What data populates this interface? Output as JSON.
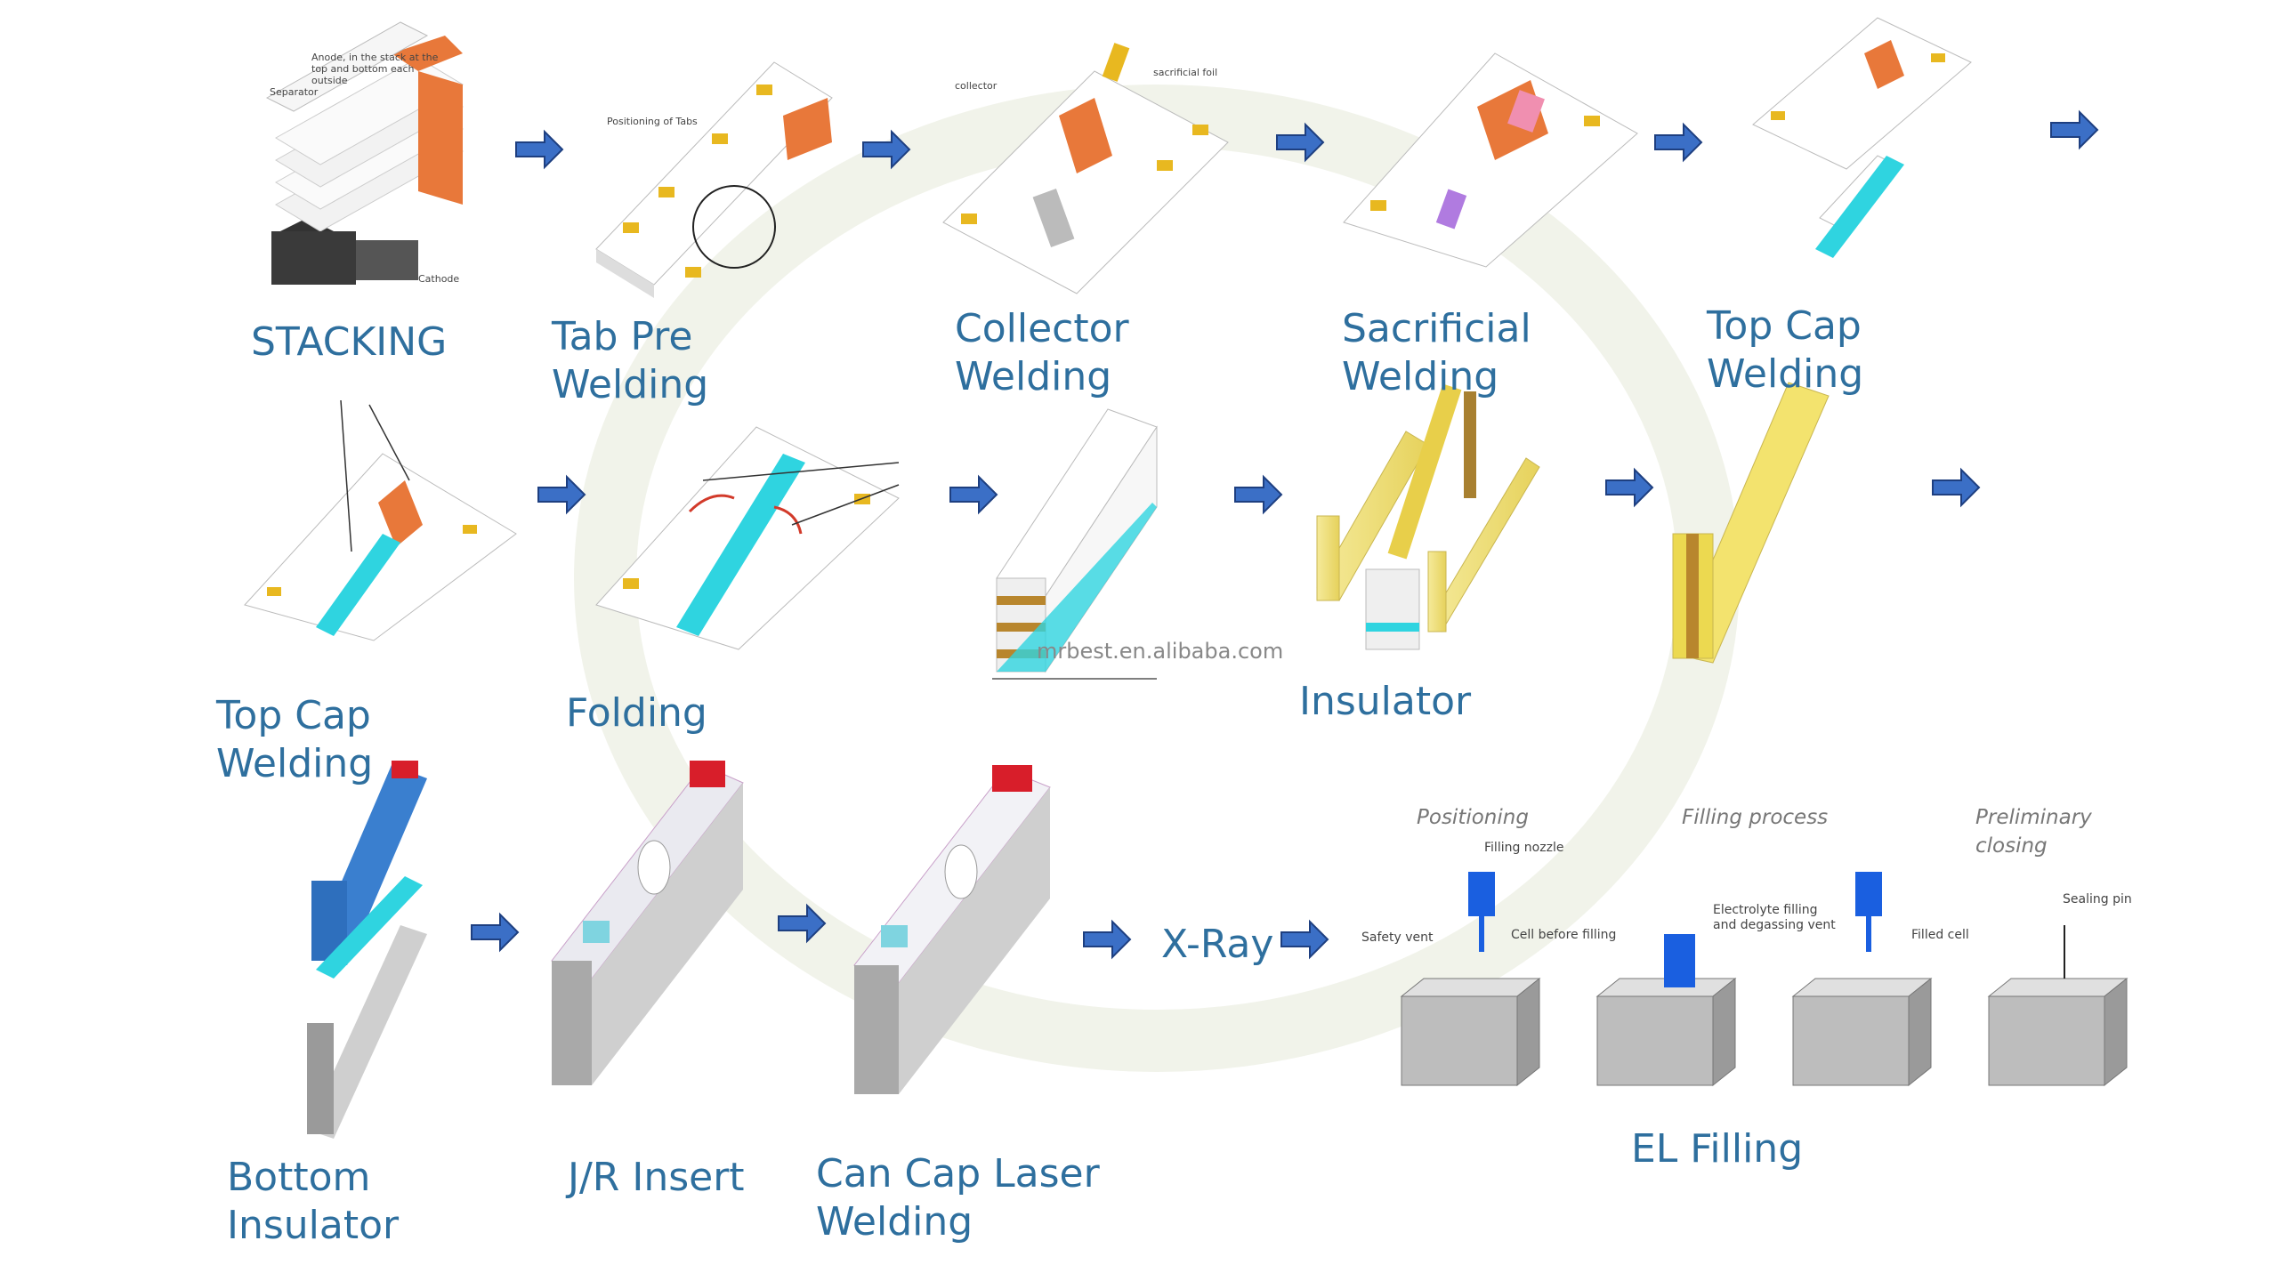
{
  "labels": {
    "stacking": "STACKING",
    "tab_pre_welding": "Tab Pre\nWelding",
    "collector_welding": "Collector\nWelding",
    "sacrificial_welding": "Sacrificial\nWelding",
    "top_cap_welding_1": "Top Cap\nWelding",
    "top_cap_welding_2": "Top Cap\nWelding",
    "folding": "Folding",
    "insulator": "Insulator",
    "bottom_insulator": "Bottom\nInsulator",
    "jr_insert": "J/R Insert",
    "can_cap_laser_welding": "Can Cap Laser\nWelding",
    "x_ray": "X-Ray",
    "el_filling": "EL Filling"
  },
  "el_filling_stages": {
    "positioning": "Positioning",
    "filling_process": "Filling process",
    "preliminary_closing": "Preliminary\nclosing"
  },
  "callouts": {
    "anode": "Anode, in the stack at the\ntop and bottom each\noutside",
    "separator": "Separator",
    "cathode": "Cathode",
    "positioning_of_tabs": "Positioning of Tabs",
    "collector": "collector",
    "sacrificial_foil": "sacrificial foil",
    "filling_nozzle": "Filling nozzle",
    "safety_vent": "Safety vent",
    "cell_before_filling": "Cell before filling",
    "electrolyte_filling": "Electrolyte filling\nand degassing vent",
    "filled_cell": "Filled cell",
    "sealing_pin": "Sealing pin"
  },
  "watermark": "mrbest.en.alibaba.com",
  "colors": {
    "label": "#2e6f9e",
    "arrow": "#3b6fc6",
    "tab_yellow": "#e8b820",
    "tab_orange": "#e8783a",
    "cyan": "#2fd4e0",
    "blue_nozzle": "#1a5fe0",
    "red_cap": "#d81e2a"
  }
}
